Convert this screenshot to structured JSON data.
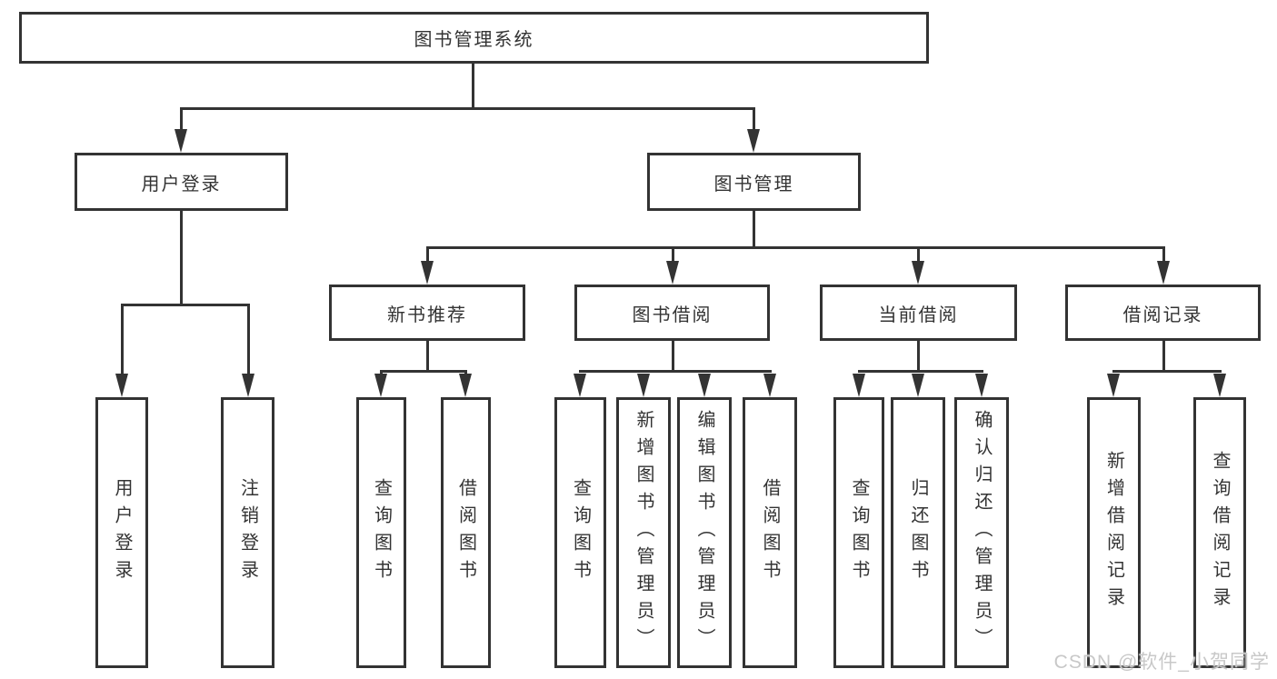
{
  "diagram": {
    "root": {
      "label": "图书管理系统",
      "children": [
        {
          "label": "用户登录",
          "children": [
            {
              "label": "用户登录"
            },
            {
              "label": "注销登录"
            }
          ]
        },
        {
          "label": "图书管理",
          "children": [
            {
              "label": "新书推荐",
              "children": [
                {
                  "label": "查询图书"
                },
                {
                  "label": "借阅图书"
                }
              ]
            },
            {
              "label": "图书借阅",
              "children": [
                {
                  "label": "查询图书"
                },
                {
                  "label": "新增图书（管理员）"
                },
                {
                  "label": "编辑图书（管理员）"
                },
                {
                  "label": "借阅图书"
                }
              ]
            },
            {
              "label": "当前借阅",
              "children": [
                {
                  "label": "查询图书"
                },
                {
                  "label": "归还图书"
                },
                {
                  "label": "确认归还（管理员）"
                }
              ]
            },
            {
              "label": "借阅记录",
              "children": [
                {
                  "label": "新增借阅记录"
                },
                {
                  "label": "查询借阅记录"
                }
              ]
            }
          ]
        }
      ]
    }
  },
  "watermark": {
    "text": "CSDN @软件_小贺同学"
  },
  "colors": {
    "line": "#333333",
    "text": "#333333",
    "box_fill": "#ffffff",
    "background": "#ffffff",
    "watermark": "#c8c8c8"
  }
}
